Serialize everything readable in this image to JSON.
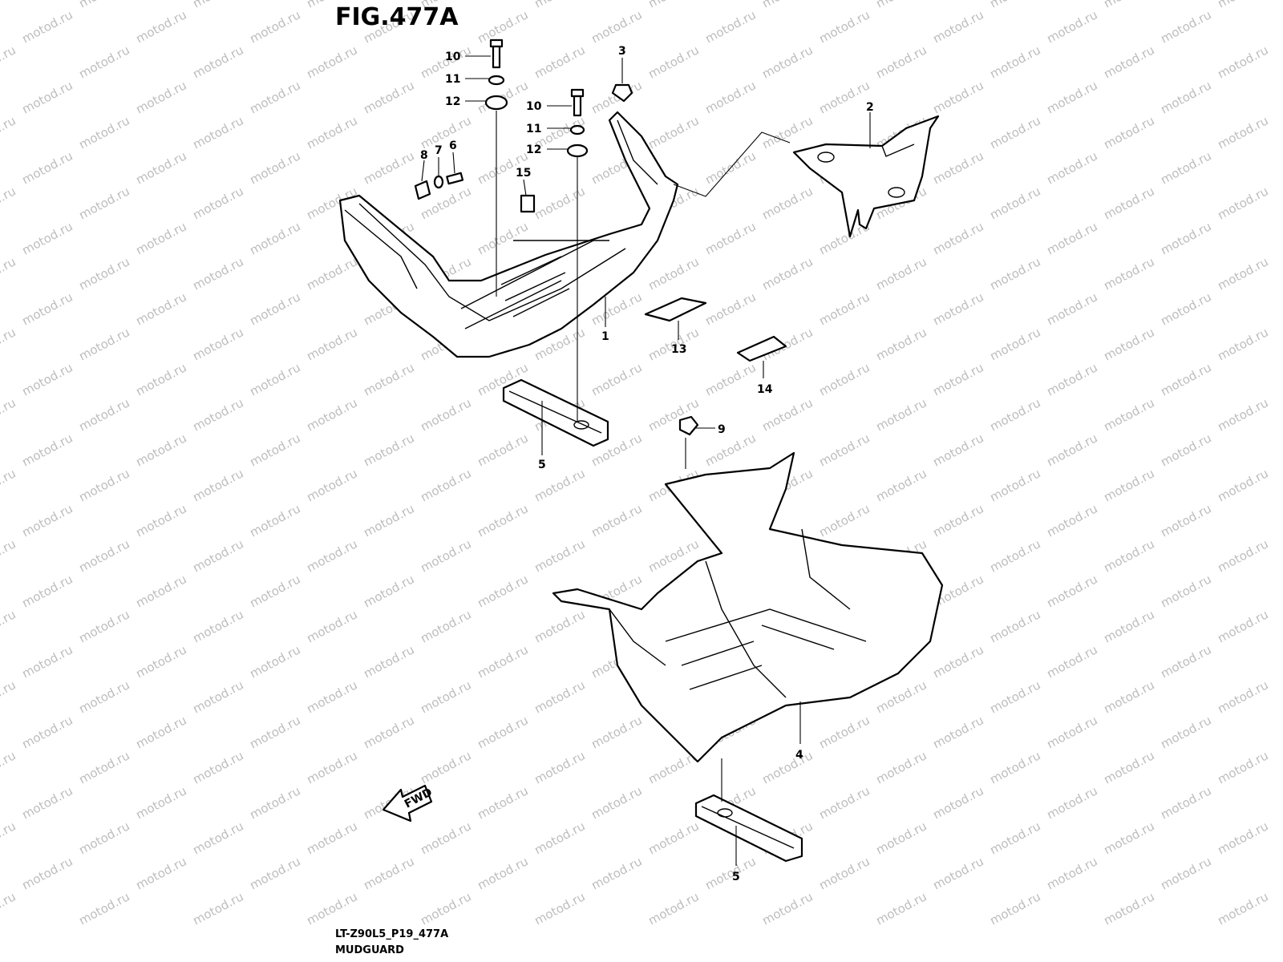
{
  "figure": {
    "title": "FIG.477A",
    "code": "LT-Z90L5_P19_477A",
    "name": "MUDGUARD",
    "watermark": "motod.ru",
    "direction_arrow": "FWD"
  },
  "parts": [
    {
      "ref": "10",
      "label": "10"
    },
    {
      "ref": "11",
      "label": "11"
    },
    {
      "ref": "12",
      "label": "12"
    },
    {
      "ref": "10b",
      "label": "10"
    },
    {
      "ref": "11b",
      "label": "11"
    },
    {
      "ref": "12b",
      "label": "12"
    },
    {
      "ref": "3",
      "label": "3"
    },
    {
      "ref": "2",
      "label": "2"
    },
    {
      "ref": "8",
      "label": "8"
    },
    {
      "ref": "7",
      "label": "7"
    },
    {
      "ref": "6",
      "label": "6"
    },
    {
      "ref": "15",
      "label": "15"
    },
    {
      "ref": "1",
      "label": "1"
    },
    {
      "ref": "13",
      "label": "13"
    },
    {
      "ref": "14",
      "label": "14"
    },
    {
      "ref": "5a",
      "label": "5"
    },
    {
      "ref": "9",
      "label": "9"
    },
    {
      "ref": "4",
      "label": "4"
    },
    {
      "ref": "5b",
      "label": "5"
    }
  ]
}
